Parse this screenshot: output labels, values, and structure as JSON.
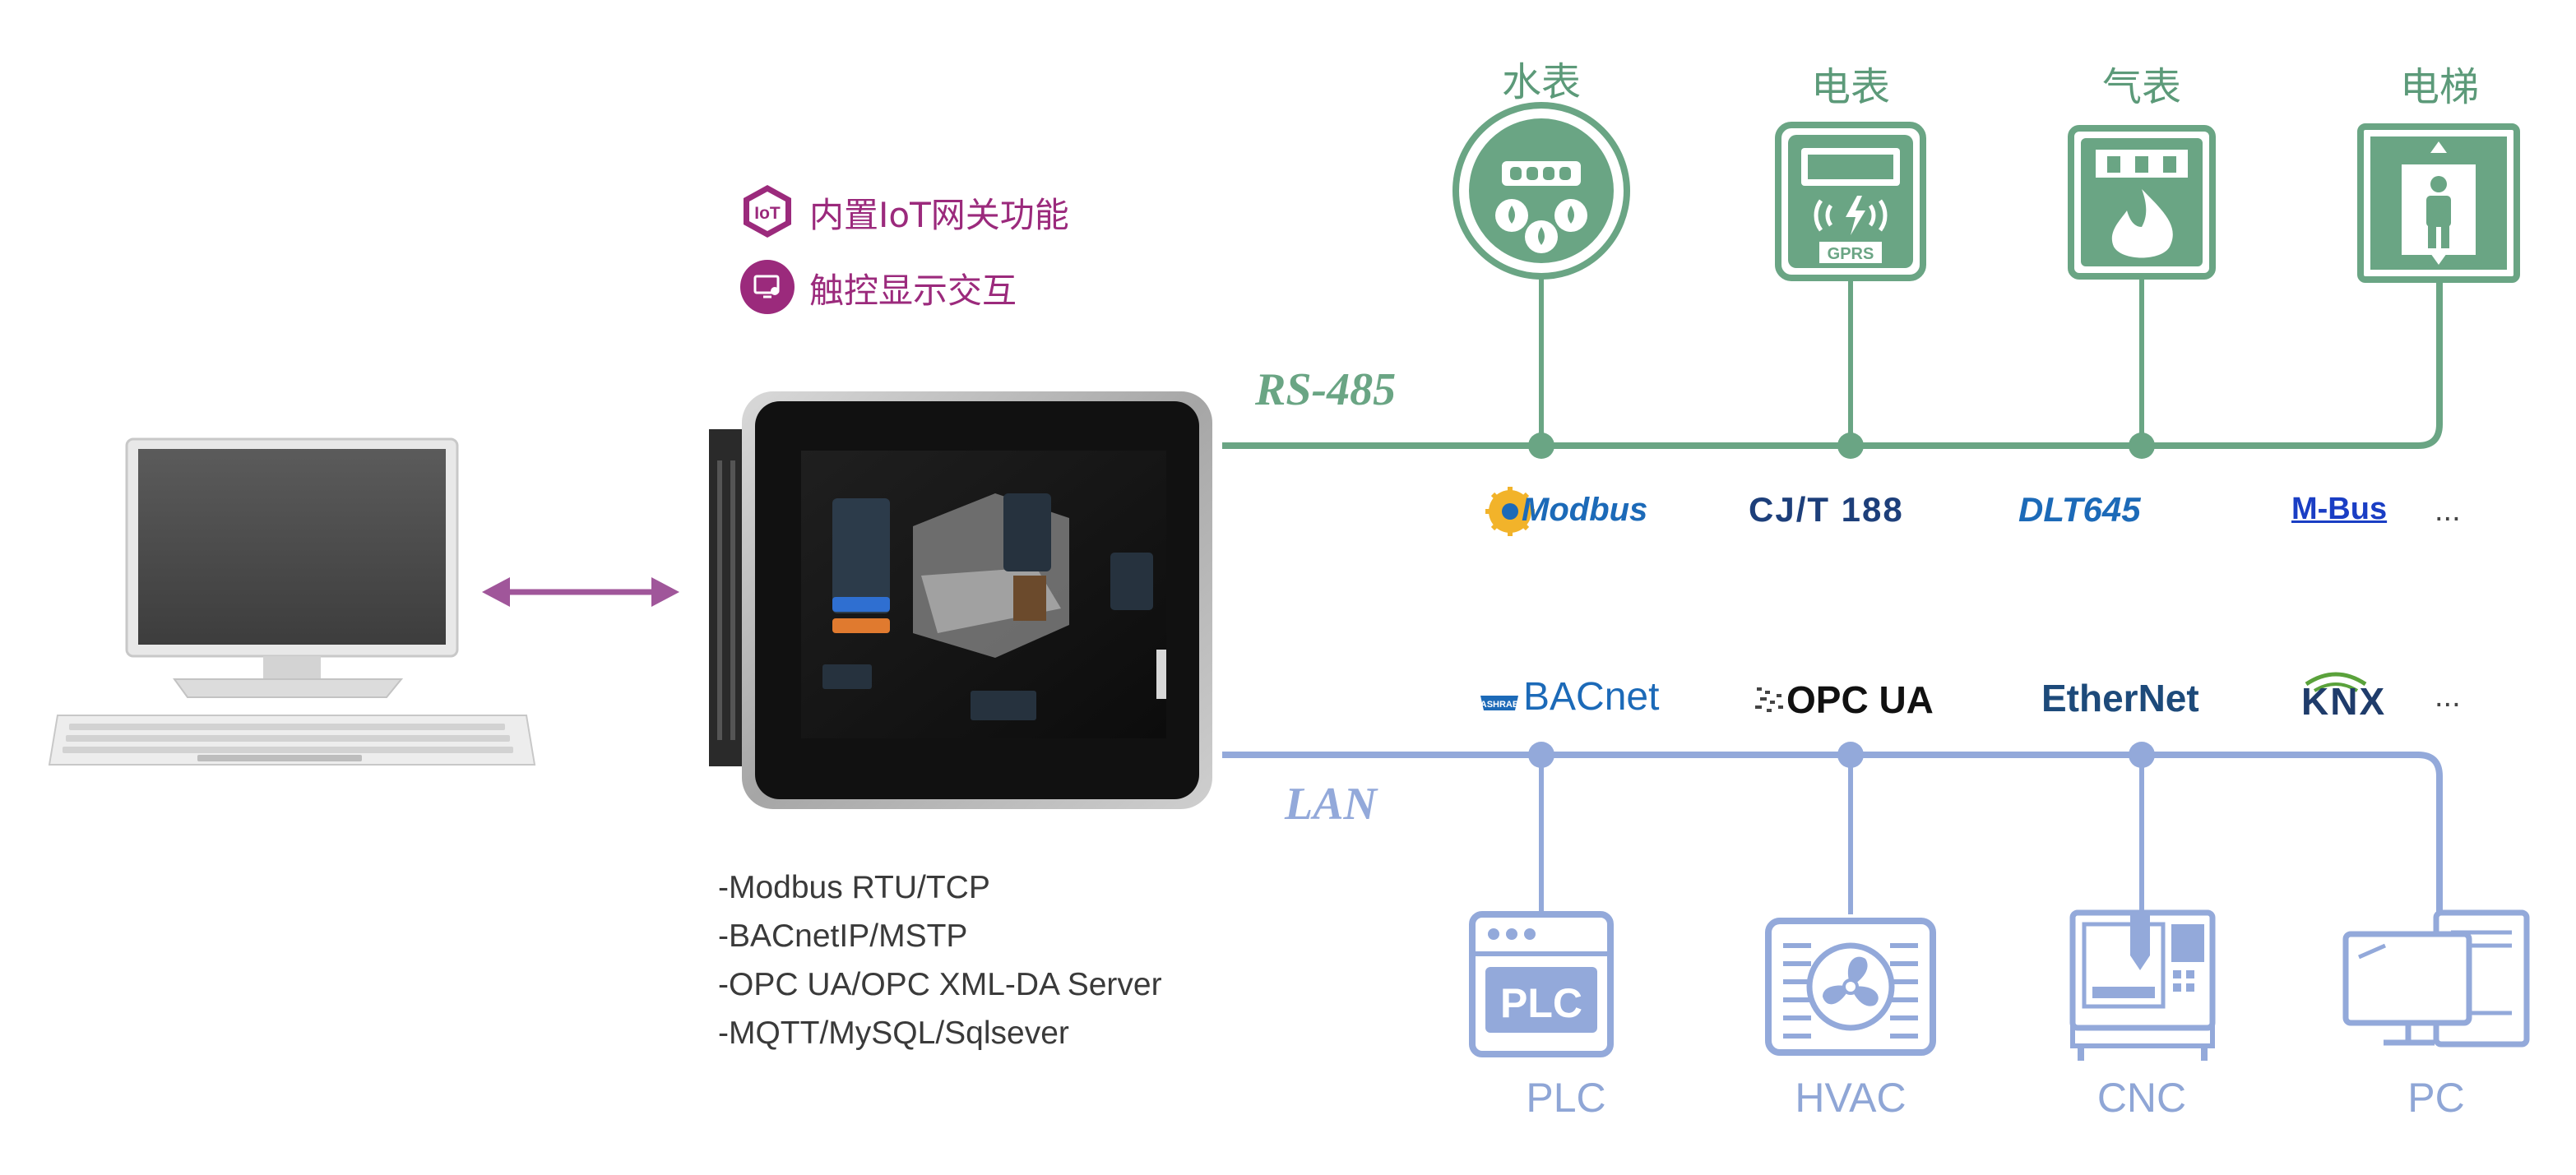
{
  "features": [
    {
      "label": "内置IoT网关功能",
      "icon": "iot-icon"
    },
    {
      "label": "触控显示交互",
      "icon": "touch-screen-icon"
    }
  ],
  "protocols": [
    "-Modbus RTU/TCP",
    "-BACnetIP/MSTP",
    "-OPC UA/OPC XML-DA Server",
    "-MQTT/MySQL/Sqlsever"
  ],
  "rs485": {
    "label": "RS-485",
    "color": "#6aa584",
    "devices": [
      "水表",
      "电表",
      "气表",
      "电梯"
    ],
    "protocol_logos": [
      "Modbus",
      "CJ/T 188",
      "DLT645",
      "M-Bus"
    ],
    "ellipsis": "..."
  },
  "lan": {
    "label": "LAN",
    "color": "#93a9da",
    "devices": [
      "PLC",
      "HVAC",
      "CNC",
      "PC"
    ],
    "protocol_logos": [
      "BACnet",
      "OPC UA",
      "EtherNet",
      "KNX"
    ],
    "ellipsis": "..."
  },
  "meter_text": {
    "gprs": "GPRS",
    "plc_icon": "PLC",
    "ashrae": "ASHRAE"
  },
  "colors": {
    "accent": "#9b2a7c",
    "arrow": "#a0569a",
    "protocol_blue": "#1c6ab8"
  }
}
